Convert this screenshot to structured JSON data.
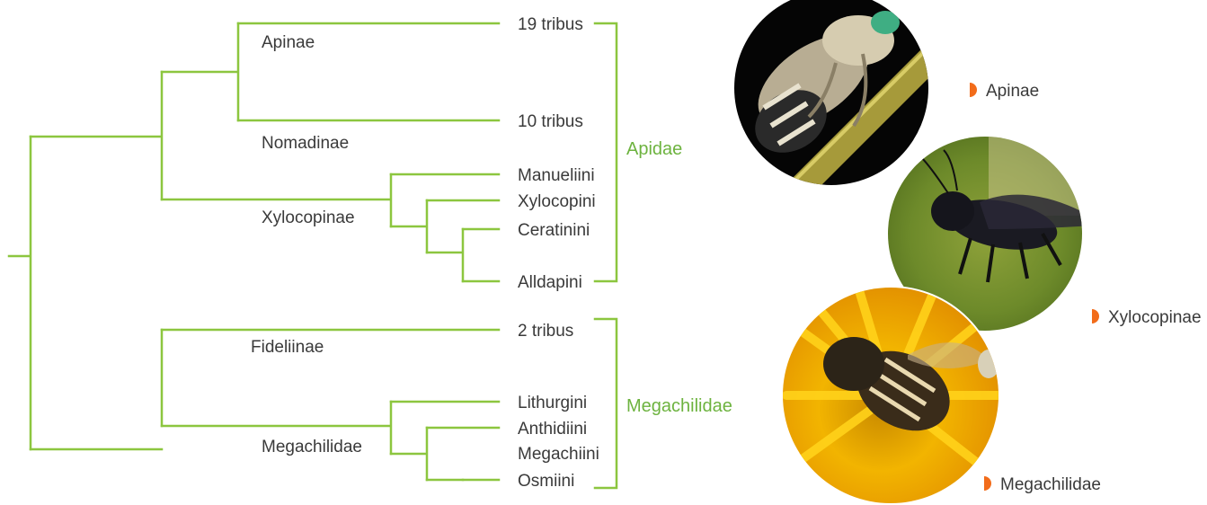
{
  "colors": {
    "branch": "#8cc63f",
    "family_label": "#6db33f",
    "text": "#3a3a3a",
    "marker": "#f26c1a"
  },
  "subfamilies": {
    "apinae": "Apinae",
    "nomadinae": "Nomadinae",
    "xylocopinae": "Xylocopinae",
    "fideliinae": "Fideliinae",
    "megachilidae": "Megachilidae"
  },
  "tips": {
    "apinae_tribes": "19 tribus",
    "nomadinae_tribes": "10 tribus",
    "manueliini": "Manueliini",
    "xylocopini": "Xylocopini",
    "ceratinini": "Ceratinini",
    "alldapini": "Alldapini",
    "fideliinae_tribes": "2 tribus",
    "lithurgini": "Lithurgini",
    "anthidiini": "Anthidiini",
    "megachiini": "Megachiini",
    "osmiini": "Osmiini"
  },
  "families": {
    "apidae": "Apidae",
    "megachilidae": "Megachilidae"
  },
  "photos": [
    {
      "caption": "Apinae",
      "subject": "hairy bee clinging to plant stem"
    },
    {
      "caption": "Xylocopinae",
      "subject": "dark carpenter bee on moss"
    },
    {
      "caption": "Megachilidae",
      "subject": "leafcutter bee on yellow flower"
    }
  ]
}
